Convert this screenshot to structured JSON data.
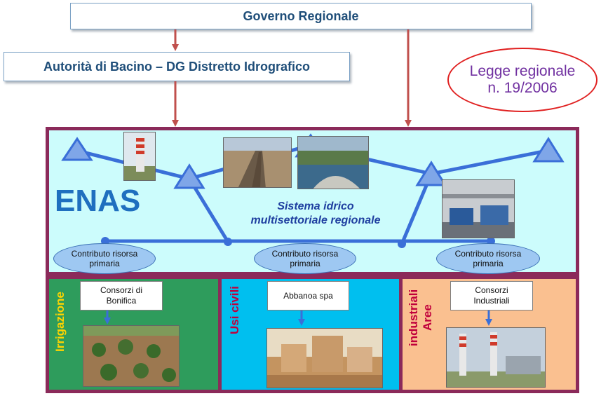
{
  "governo": "Governo Regionale",
  "autorita": "Autorità di Bacino – DG Distretto Idrografico",
  "legge": {
    "line1": "Legge regionale",
    "line2": "n. 19/2006"
  },
  "enas": {
    "title": "ENAS",
    "sistema_line1": "Sistema idrico",
    "sistema_line2": "multisettoriale regionale"
  },
  "contributo": {
    "line1": "Contributo  risorsa",
    "line2": "primaria"
  },
  "sectors": [
    {
      "label": "Irrigazione",
      "box_line1": "Consorzi di",
      "box_line2": "Bonifica",
      "color": "#2e9c5c",
      "label_color": "#ffd400"
    },
    {
      "label": "Usi civili",
      "box_line1": "Abbanoa spa",
      "box_line2": "",
      "color": "#00bfef",
      "label_color": "#c0003c"
    },
    {
      "label_line1": "Aree",
      "label_line2": "industriali",
      "box_line1": "Consorzi",
      "box_line2": "Industriali",
      "color": "#fac090",
      "label_color": "#c0003c"
    }
  ],
  "colors": {
    "arrow": "#c0504d",
    "network": "#3a6fd8",
    "frame": "#8b2a5a"
  }
}
